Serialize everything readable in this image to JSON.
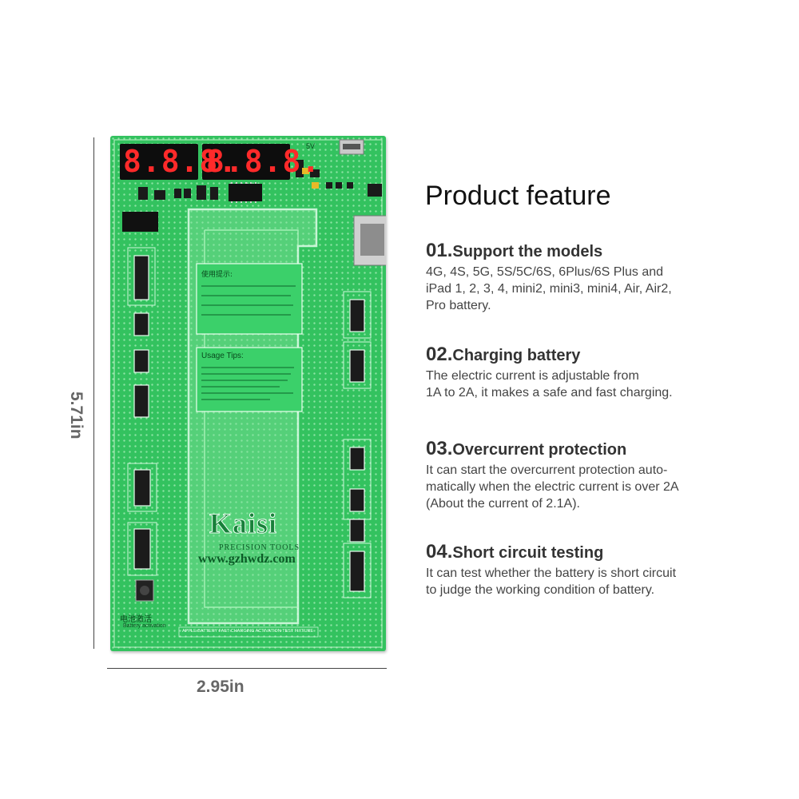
{
  "dimensions": {
    "height_label": "5.71in",
    "width_label": "2.95in"
  },
  "board": {
    "brand": "Kaisi",
    "brand_sub": "PRECISION TOOLS",
    "website": "www.gzhwdz.com",
    "usage_tips_title": "Usage Tips:",
    "usage_cn_title": "使用提示:",
    "bottom_label": "APPLE BATTERY FAST CHARGING ACTIVATION TEST FIXTURE",
    "activation_cn": "电池激活",
    "activation_en": "Battery activation",
    "display_left": "8.8.8.",
    "display_right": "8.8.8.",
    "port_label": "5V"
  },
  "product": {
    "heading": "Product feature",
    "features": [
      {
        "num": "01.",
        "title": "Support the models",
        "desc": "4G, 4S, 5G, 5S/5C/6S, 6Plus/6S Plus and\niPad 1, 2, 3, 4, mini2, mini3, mini4, Air, Air2,\nPro battery."
      },
      {
        "num": "02.",
        "title": "Charging battery",
        "desc": "The electric current is adjustable from\n1A to 2A, it makes a safe and fast charging."
      },
      {
        "num": "03.",
        "title": "Overcurrent protection",
        "desc": "It can start the overcurrent protection auto-\nmatically when the electric current is over 2A\n (About the current of 2.1A)."
      },
      {
        "num": "04.",
        "title": "Short circuit testing",
        "desc": "It can test whether the battery is short circuit\nto judge the working condition of battery."
      }
    ]
  }
}
